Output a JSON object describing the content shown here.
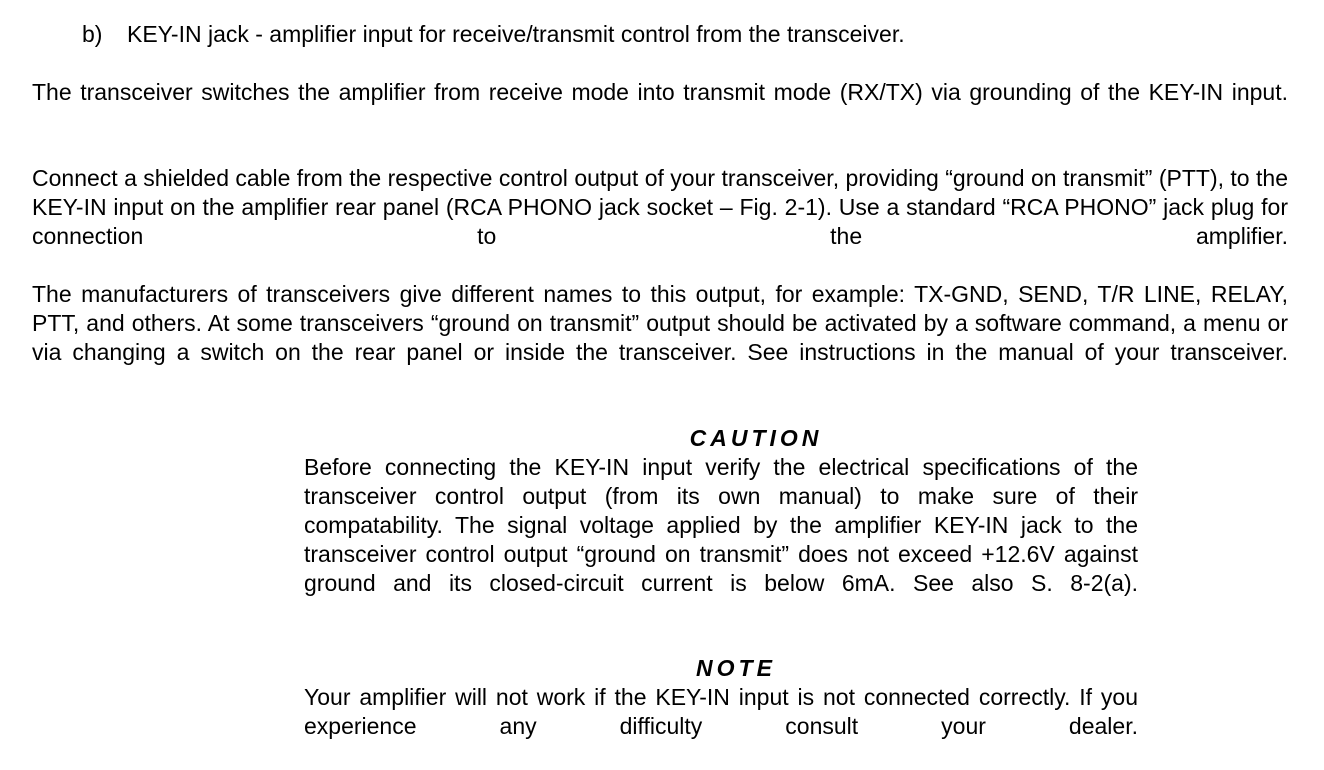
{
  "item_b": {
    "marker": "b)",
    "text": "KEY-IN jack - amplifier input for receive/transmit control from the transceiver."
  },
  "paragraphs": [
    "The transceiver switches the amplifier from receive mode into transmit mode (RX/TX) via grounding of the KEY-IN input.",
    "Connect a shielded cable from the respective control output of your transceiver, providing “ground on transmit” (PTT), to the KEY-IN input on the amplifier rear panel (RCA PHONO jack socket – Fig. 2-1). Use a standard “RCA PHONO” jack plug for connection to the amplifier.",
    "The manufacturers of transceivers give different names to this output, for example: TX-GND, SEND, T/R LINE, RELAY, PTT, and others. At some transceivers “ground on transmit” output should be activated by a software command, a menu or via changing a switch on the rear panel or inside the transceiver. See instructions in the manual of your transceiver."
  ],
  "caution": {
    "heading": "CAUTION",
    "text": "Before connecting the KEY-IN input verify the electrical specifications of the transceiver control output (from its own manual) to make sure of their compatability. The signal voltage applied by the amplifier KEY-IN jack to the transceiver control output “ground on transmit” does not exceed +12.6V against ground and its closed-circuit current is below 6mA. See also S. 8-2(a)."
  },
  "note": {
    "heading": "NOTE",
    "text": "Your amplifier will not work if the KEY-IN input is not connected correctly. If you experience any difficulty consult your dealer."
  }
}
